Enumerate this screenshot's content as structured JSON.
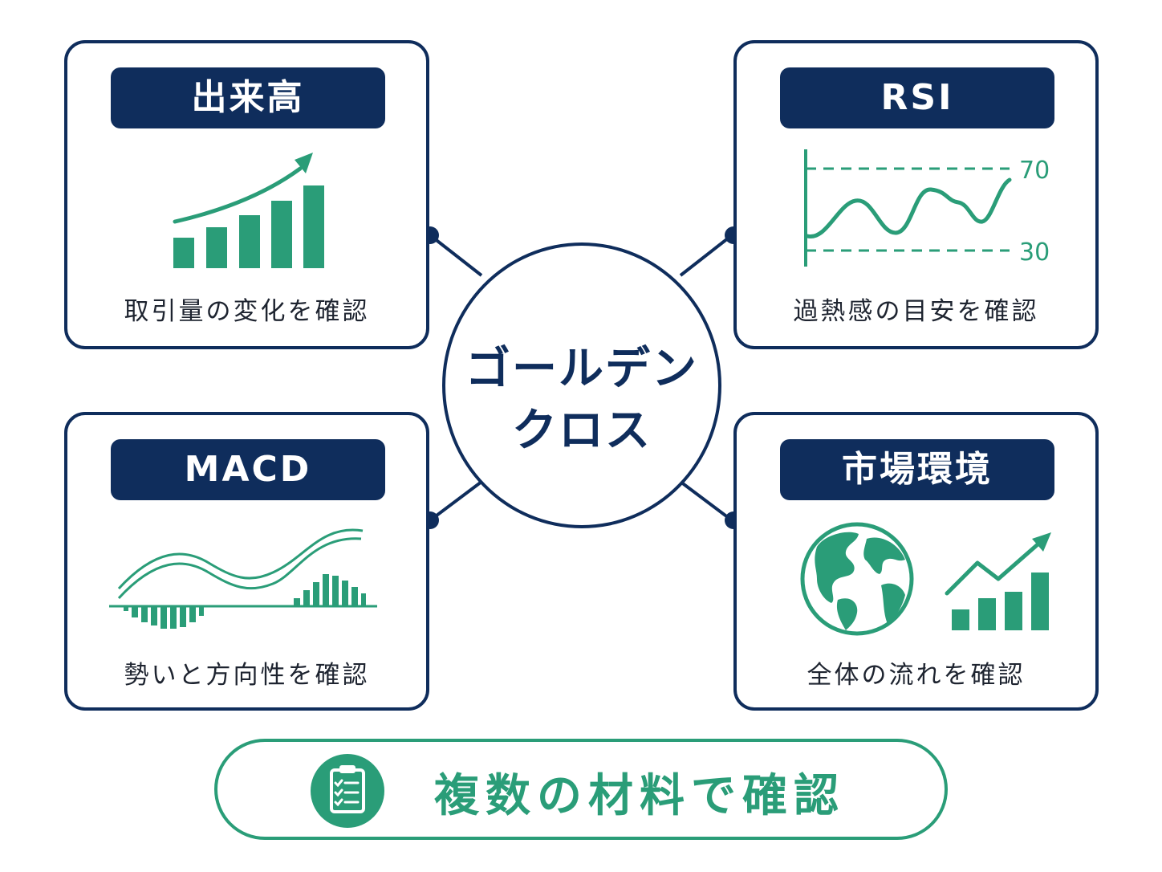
{
  "center": {
    "line1": "ゴールデン",
    "line2": "クロス"
  },
  "cards": [
    {
      "title": "出来高",
      "caption": "取引量の変化を確認",
      "icon": "rising-volume-bars-icon"
    },
    {
      "title": "RSI",
      "caption": "過熱感の目安を確認",
      "icon": "rsi-oscillator-icon",
      "upper_level": "70",
      "lower_level": "30"
    },
    {
      "title": "MACD",
      "caption": "勢いと方向性を確認",
      "icon": "macd-histogram-icon"
    },
    {
      "title": "市場環境",
      "caption": "全体の流れを確認",
      "icon": "globe-and-trend-icon"
    }
  ],
  "banner": {
    "text": "複数の材料で確認",
    "icon": "clipboard-checklist-icon"
  },
  "colors": {
    "navy": "#0f2d5c",
    "green": "#2a9d78"
  }
}
